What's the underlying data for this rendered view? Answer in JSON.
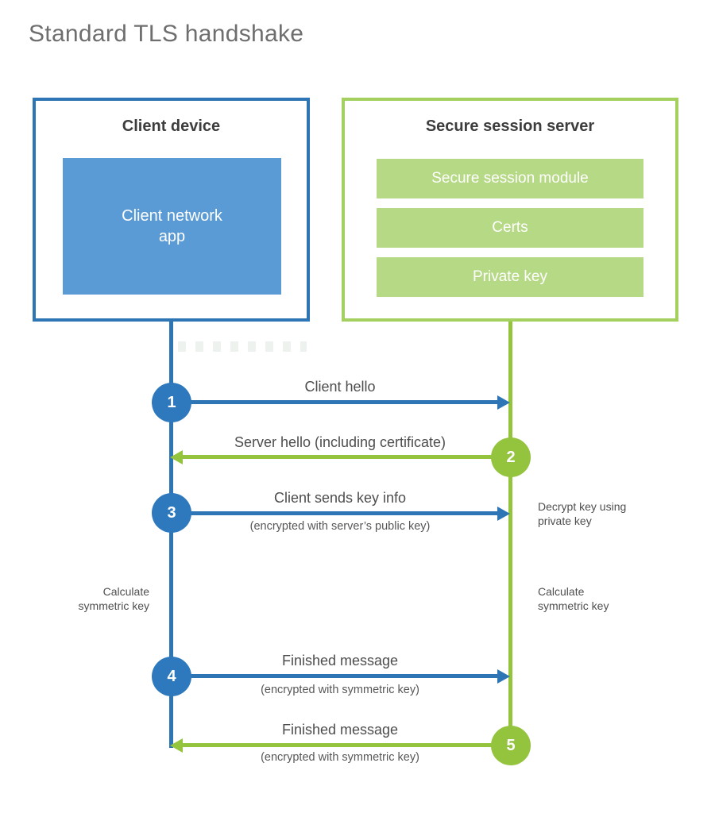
{
  "title": "Standard TLS handshake",
  "client": {
    "title": "Client device",
    "app_lines": [
      "Client network",
      "app"
    ]
  },
  "server": {
    "title": "Secure session server",
    "modules": [
      "Secure session module",
      "Certs",
      "Private key"
    ]
  },
  "steps": [
    {
      "num": "1",
      "label": "Client hello",
      "sub": "",
      "direction": "client-to-server"
    },
    {
      "num": "2",
      "label": "Server hello (including certificate)",
      "sub": "",
      "direction": "server-to-client"
    },
    {
      "num": "3",
      "label": "Client sends key info",
      "sub": "(encrypted with server’s public key)",
      "direction": "client-to-server"
    },
    {
      "num": "4",
      "label": "Finished message",
      "sub": "(encrypted with symmetric key)",
      "direction": "client-to-server"
    },
    {
      "num": "5",
      "label": "Finished message",
      "sub": "(encrypted with symmetric key)",
      "direction": "server-to-client"
    }
  ],
  "notes": {
    "decrypt": "Decrypt key using private key",
    "calc_left": "Calculate symmetric key",
    "calc_right": "Calculate symmetric key"
  },
  "colors": {
    "client_stroke": "#2e75b6",
    "client_fill": "#5b9bd5",
    "server_stroke": "#a4d05f",
    "server_fill": "#b6d985",
    "server_accent": "#94c33e",
    "heading_text": "#3d3d3d",
    "label_text": "#4d4d4d",
    "title_text": "#6e6e6e"
  }
}
